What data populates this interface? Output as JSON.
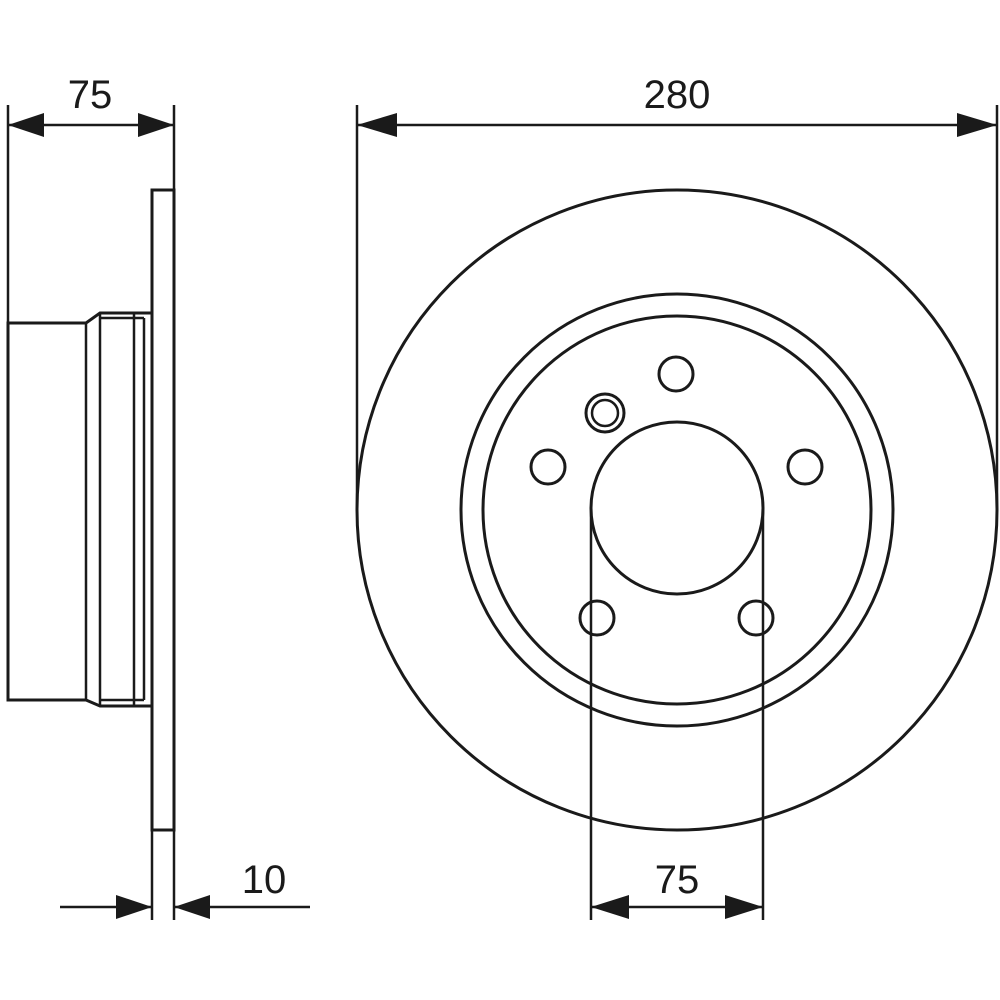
{
  "dimensions": {
    "hub_depth": "75",
    "outer_diameter": "280",
    "disc_thickness": "10",
    "center_bore": "75"
  }
}
